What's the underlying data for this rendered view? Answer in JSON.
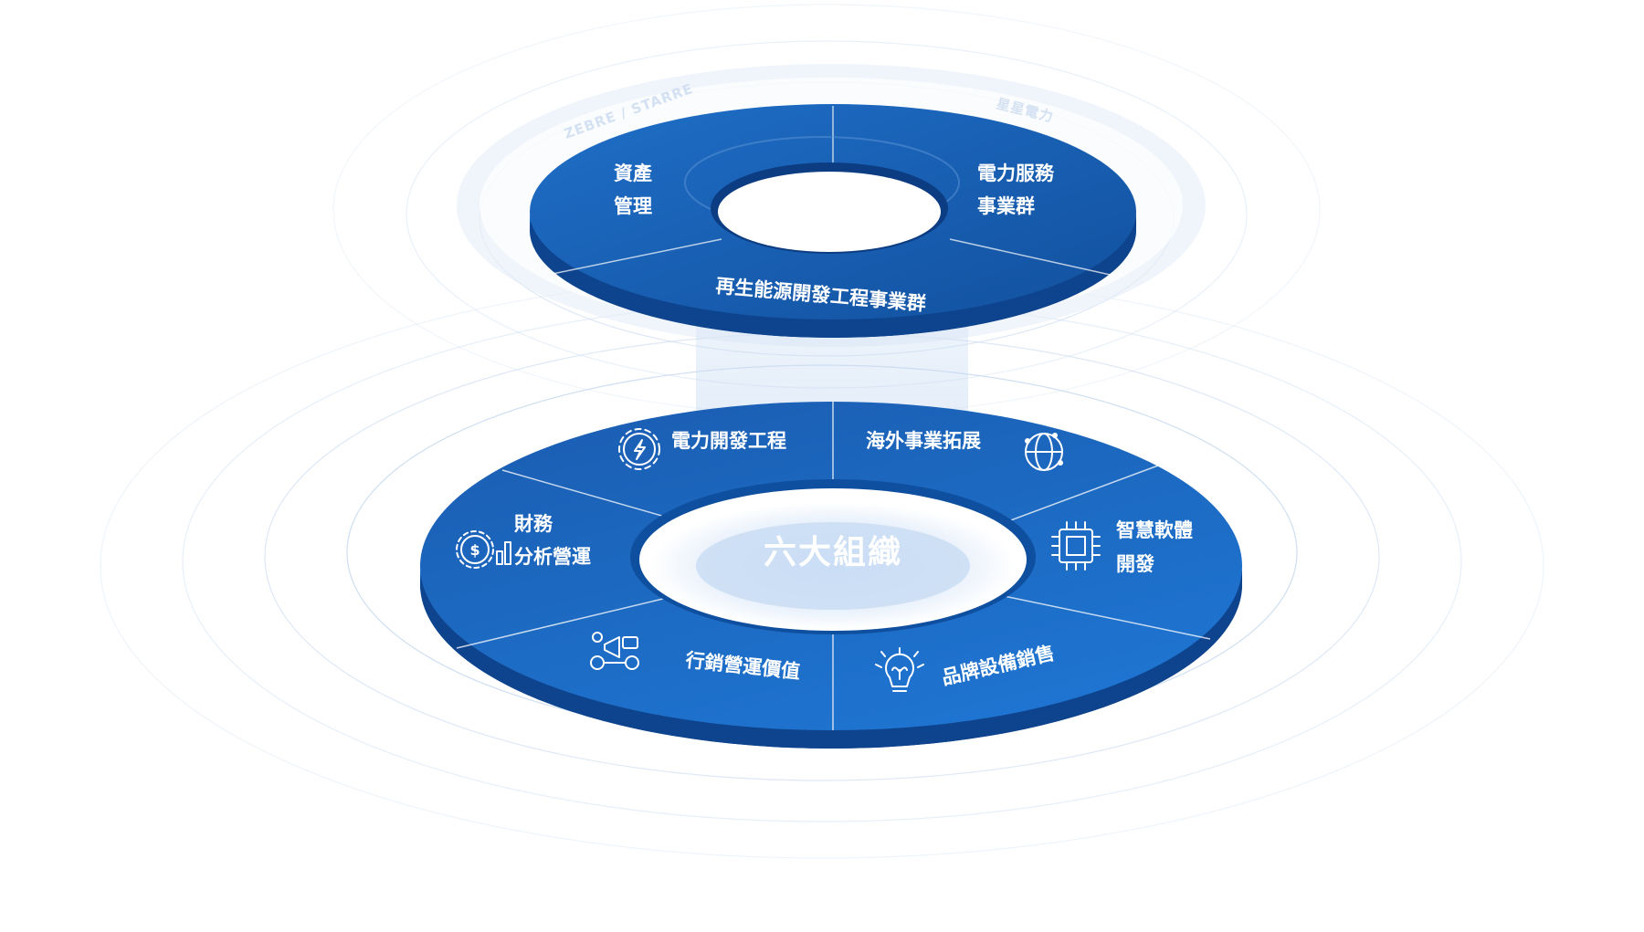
{
  "outer_ring": {
    "left_label": "ZEBRE / STARRE",
    "right_label": "星星電力"
  },
  "top_disc": {
    "segments": [
      {
        "line1": "資產",
        "line2": "管理"
      },
      {
        "line1": "電力服務",
        "line2": "事業群"
      },
      {
        "line1": "再生能源開發工程事業群"
      }
    ]
  },
  "bottom_disc": {
    "center_label": "六大組織",
    "segments": [
      {
        "line1": "電力開發工程",
        "icon": "lightning-gear-icon"
      },
      {
        "line1": "海外事業拓展",
        "icon": "globe-network-icon"
      },
      {
        "line1": "智慧軟體",
        "line2": "開發",
        "icon": "chip-icon"
      },
      {
        "line1": "品牌設備銷售",
        "icon": "lightbulb-icon"
      },
      {
        "line1": "行銷營運價值",
        "icon": "megaphone-icon"
      },
      {
        "line1": "財務",
        "line2": "分析營運",
        "icon": "finance-gear-icon"
      }
    ]
  },
  "colors": {
    "disc_top": "#1c63b8",
    "disc_mid": "#1b5eae",
    "disc_edge": "#0d3f86",
    "glow": "#cfe0f6",
    "ripple": "#c4d7ee"
  }
}
